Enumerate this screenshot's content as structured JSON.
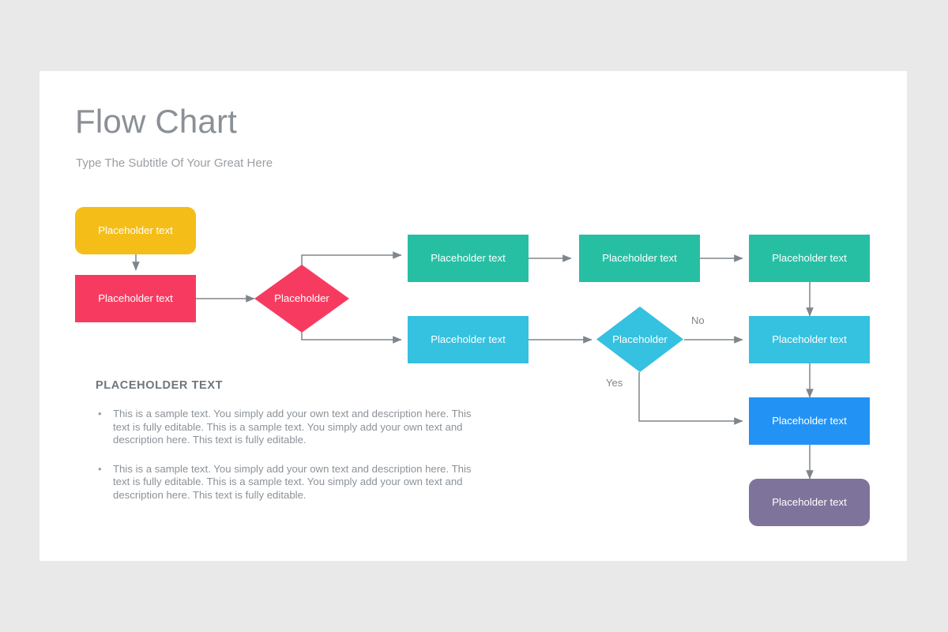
{
  "slide": {
    "title": "Flow Chart",
    "subtitle": "Type The Subtitle Of Your Great Here",
    "background_color": "#e9e9e9",
    "surface_color": "#ffffff"
  },
  "text_block": {
    "heading": "PLACEHOLDER TEXT",
    "bullet_glyph": "•",
    "bullets": [
      "This is a sample text. You simply add your own text and description here. This text is fully editable. This is a sample text. You simply add your own text and description here. This text is fully editable.",
      "This is a sample text. You simply add your own text and description here. This text is fully editable. This is a sample text. You simply add your own text and description here. This text is fully editable."
    ]
  },
  "chart_data": {
    "type": "diagram",
    "title": "Flow Chart",
    "nodes": [
      {
        "id": "start",
        "label": "Placeholder text",
        "shape": "rounded-rect",
        "color": "#f5bd18"
      },
      {
        "id": "process1",
        "label": "Placeholder text",
        "shape": "rect",
        "color": "#f73b60"
      },
      {
        "id": "decision1",
        "label": "Placeholder",
        "shape": "diamond",
        "color": "#f73b60"
      },
      {
        "id": "teal1",
        "label": "Placeholder text",
        "shape": "rect",
        "color": "#26bfa4"
      },
      {
        "id": "teal2",
        "label": "Placeholder text",
        "shape": "rect",
        "color": "#26bfa4"
      },
      {
        "id": "teal3",
        "label": "Placeholder text",
        "shape": "rect",
        "color": "#26bfa4"
      },
      {
        "id": "cyan1",
        "label": "Placeholder text",
        "shape": "rect",
        "color": "#35c1e0"
      },
      {
        "id": "decision2",
        "label": "Placeholder",
        "shape": "diamond",
        "color": "#35c1e0"
      },
      {
        "id": "cyan2",
        "label": "Placeholder text",
        "shape": "rect",
        "color": "#35c1e0"
      },
      {
        "id": "blue1",
        "label": "Placeholder text",
        "shape": "rect",
        "color": "#2293f5"
      },
      {
        "id": "end",
        "label": "Placeholder text",
        "shape": "rounded-rect",
        "color": "#7e739b"
      }
    ],
    "edges": [
      {
        "from": "start",
        "to": "process1",
        "label": ""
      },
      {
        "from": "process1",
        "to": "decision1",
        "label": ""
      },
      {
        "from": "decision1",
        "to": "teal1",
        "label": ""
      },
      {
        "from": "decision1",
        "to": "cyan1",
        "label": ""
      },
      {
        "from": "teal1",
        "to": "teal2",
        "label": ""
      },
      {
        "from": "teal2",
        "to": "teal3",
        "label": ""
      },
      {
        "from": "teal3",
        "to": "cyan2",
        "label": ""
      },
      {
        "from": "cyan1",
        "to": "decision2",
        "label": ""
      },
      {
        "from": "decision2",
        "to": "cyan2",
        "label": "No"
      },
      {
        "from": "decision2",
        "to": "blue1",
        "label": "Yes"
      },
      {
        "from": "cyan2",
        "to": "blue1",
        "label": ""
      },
      {
        "from": "blue1",
        "to": "end",
        "label": ""
      }
    ],
    "edge_labels": {
      "no": "No",
      "yes": "Yes"
    },
    "connector_color": "#7e858c"
  }
}
